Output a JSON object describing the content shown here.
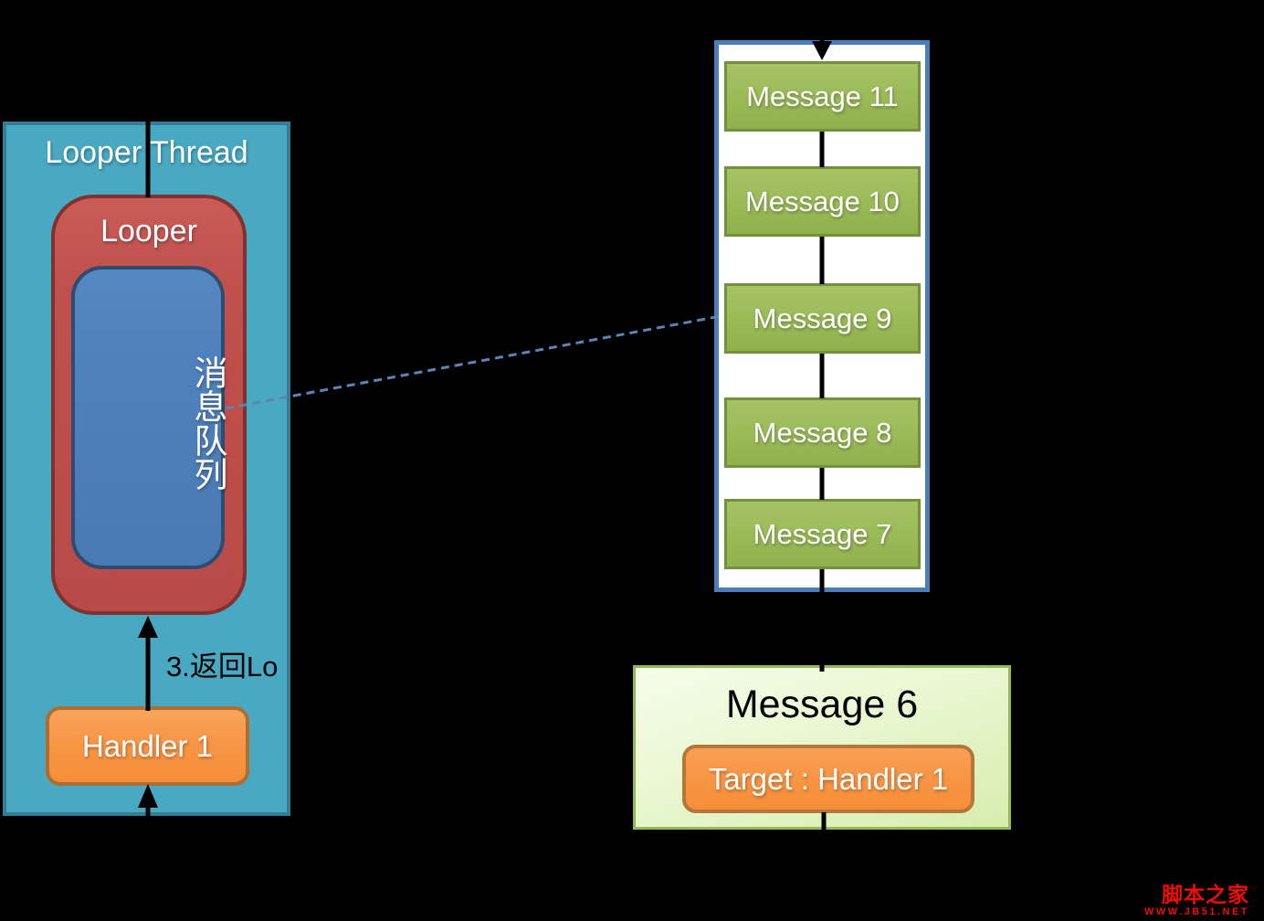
{
  "looper_thread": {
    "title": "Looper Thread",
    "looper_label": "Looper",
    "message_queue_label": "消息队列",
    "handler_label": "Handler 1",
    "annotation": "3.返回Lo"
  },
  "queue_panel": {
    "messages": [
      {
        "label": "Message 11"
      },
      {
        "label": "Message 10"
      },
      {
        "label": "Message 9"
      },
      {
        "label": "Message 8"
      },
      {
        "label": "Message 7"
      }
    ]
  },
  "message6": {
    "title": "Message 6",
    "target_label": "Target : Handler 1"
  },
  "watermark": {
    "site_name": "脚本之家",
    "site_url": "WWW.JB51.NET"
  },
  "colors": {
    "background": "#000000",
    "thread_fill": "#49A9C3",
    "thread_border": "#337E95",
    "looper_fill": "#C0504D",
    "looper_border": "#81322F",
    "queue_fill": "#4F81BD",
    "queue_border": "#2C4D6F",
    "handler_fill": "#F79646",
    "handler_border": "#AE6D32",
    "message_fill": "#9BBB59",
    "message_border": "#72913D",
    "panel_border": "#4A7EBB",
    "message6_fill_top": "#F5FCEA",
    "message6_fill_bottom": "#D7EDAE",
    "message6_border": "#95B94F",
    "dashed_line": "#5B84B8",
    "connector": "#000000",
    "watermark_red": "#F20D00"
  }
}
